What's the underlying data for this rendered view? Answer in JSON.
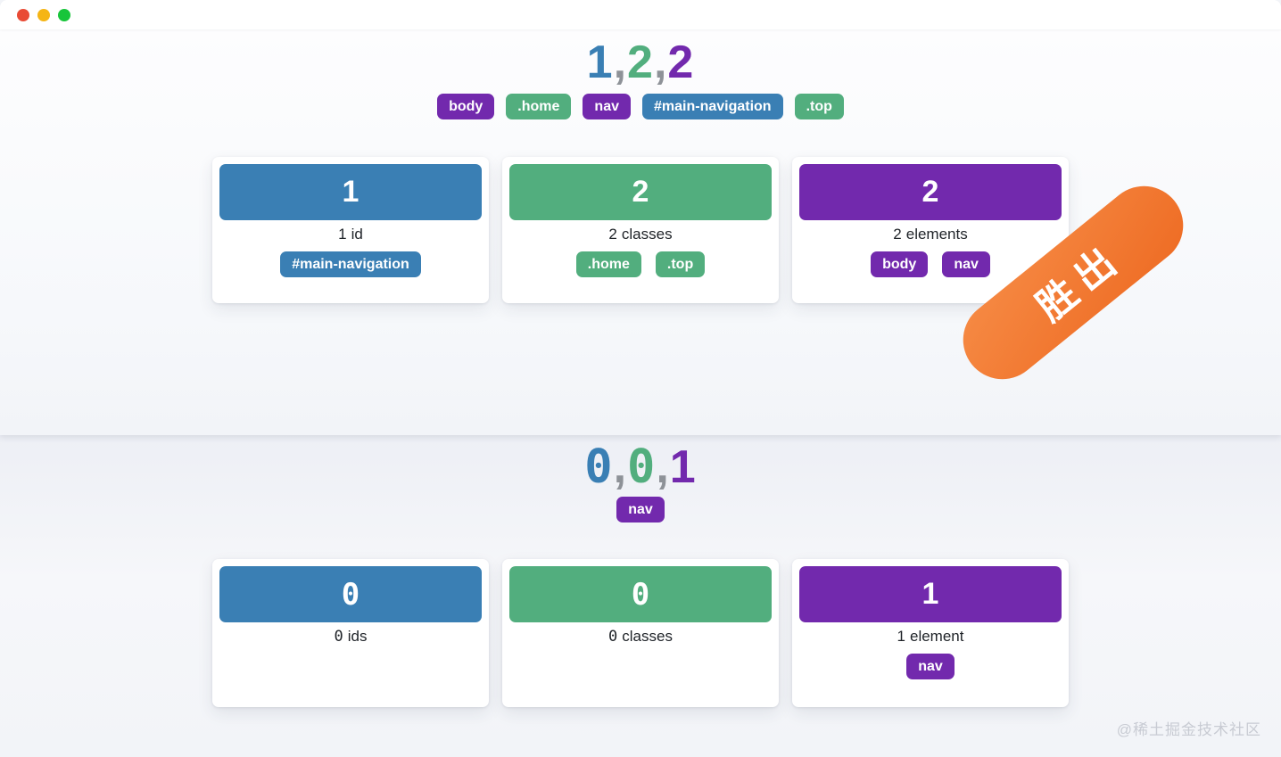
{
  "heading_comma": ",",
  "watermark": "@稀土掘金技术社区",
  "colors": {
    "id_blue": "#3a7fb4",
    "class_green": "#52ae7e",
    "element_purple": "#7229ad",
    "comma_gray": "#8e9298",
    "badge_orange": "#ee6c24"
  },
  "sections": [
    {
      "specificity": [
        {
          "value": "1",
          "type": "id"
        },
        {
          "value": "2",
          "type": "class"
        },
        {
          "value": "2",
          "type": "element"
        }
      ],
      "tokens": [
        {
          "text": "body",
          "type": "element"
        },
        {
          "text": ".home",
          "type": "class"
        },
        {
          "text": "nav",
          "type": "element"
        },
        {
          "text": "#main-navigation",
          "type": "id"
        },
        {
          "text": ".top",
          "type": "class"
        }
      ],
      "cards": [
        {
          "type": "id",
          "count": "1",
          "label_count": "1",
          "label_noun": "id",
          "tags": [
            {
              "text": "#main-navigation"
            }
          ]
        },
        {
          "type": "class",
          "count": "2",
          "label_count": "2",
          "label_noun": "classes",
          "tags": [
            {
              "text": ".home"
            },
            {
              "text": ".top"
            }
          ]
        },
        {
          "type": "element",
          "count": "2",
          "label_count": "2",
          "label_noun": "elements",
          "tags": [
            {
              "text": "body"
            },
            {
              "text": "nav"
            }
          ]
        }
      ],
      "badge_label": "胜出"
    },
    {
      "specificity": [
        {
          "value": "0",
          "type": "id"
        },
        {
          "value": "0",
          "type": "class"
        },
        {
          "value": "1",
          "type": "element"
        }
      ],
      "tokens": [
        {
          "text": "nav",
          "type": "element"
        }
      ],
      "cards": [
        {
          "type": "id",
          "count": "0",
          "label_count": "0",
          "label_noun": "ids",
          "tags": []
        },
        {
          "type": "class",
          "count": "0",
          "label_count": "0",
          "label_noun": "classes",
          "tags": []
        },
        {
          "type": "element",
          "count": "1",
          "label_count": "1",
          "label_noun": "element",
          "tags": [
            {
              "text": "nav"
            }
          ]
        }
      ]
    }
  ]
}
